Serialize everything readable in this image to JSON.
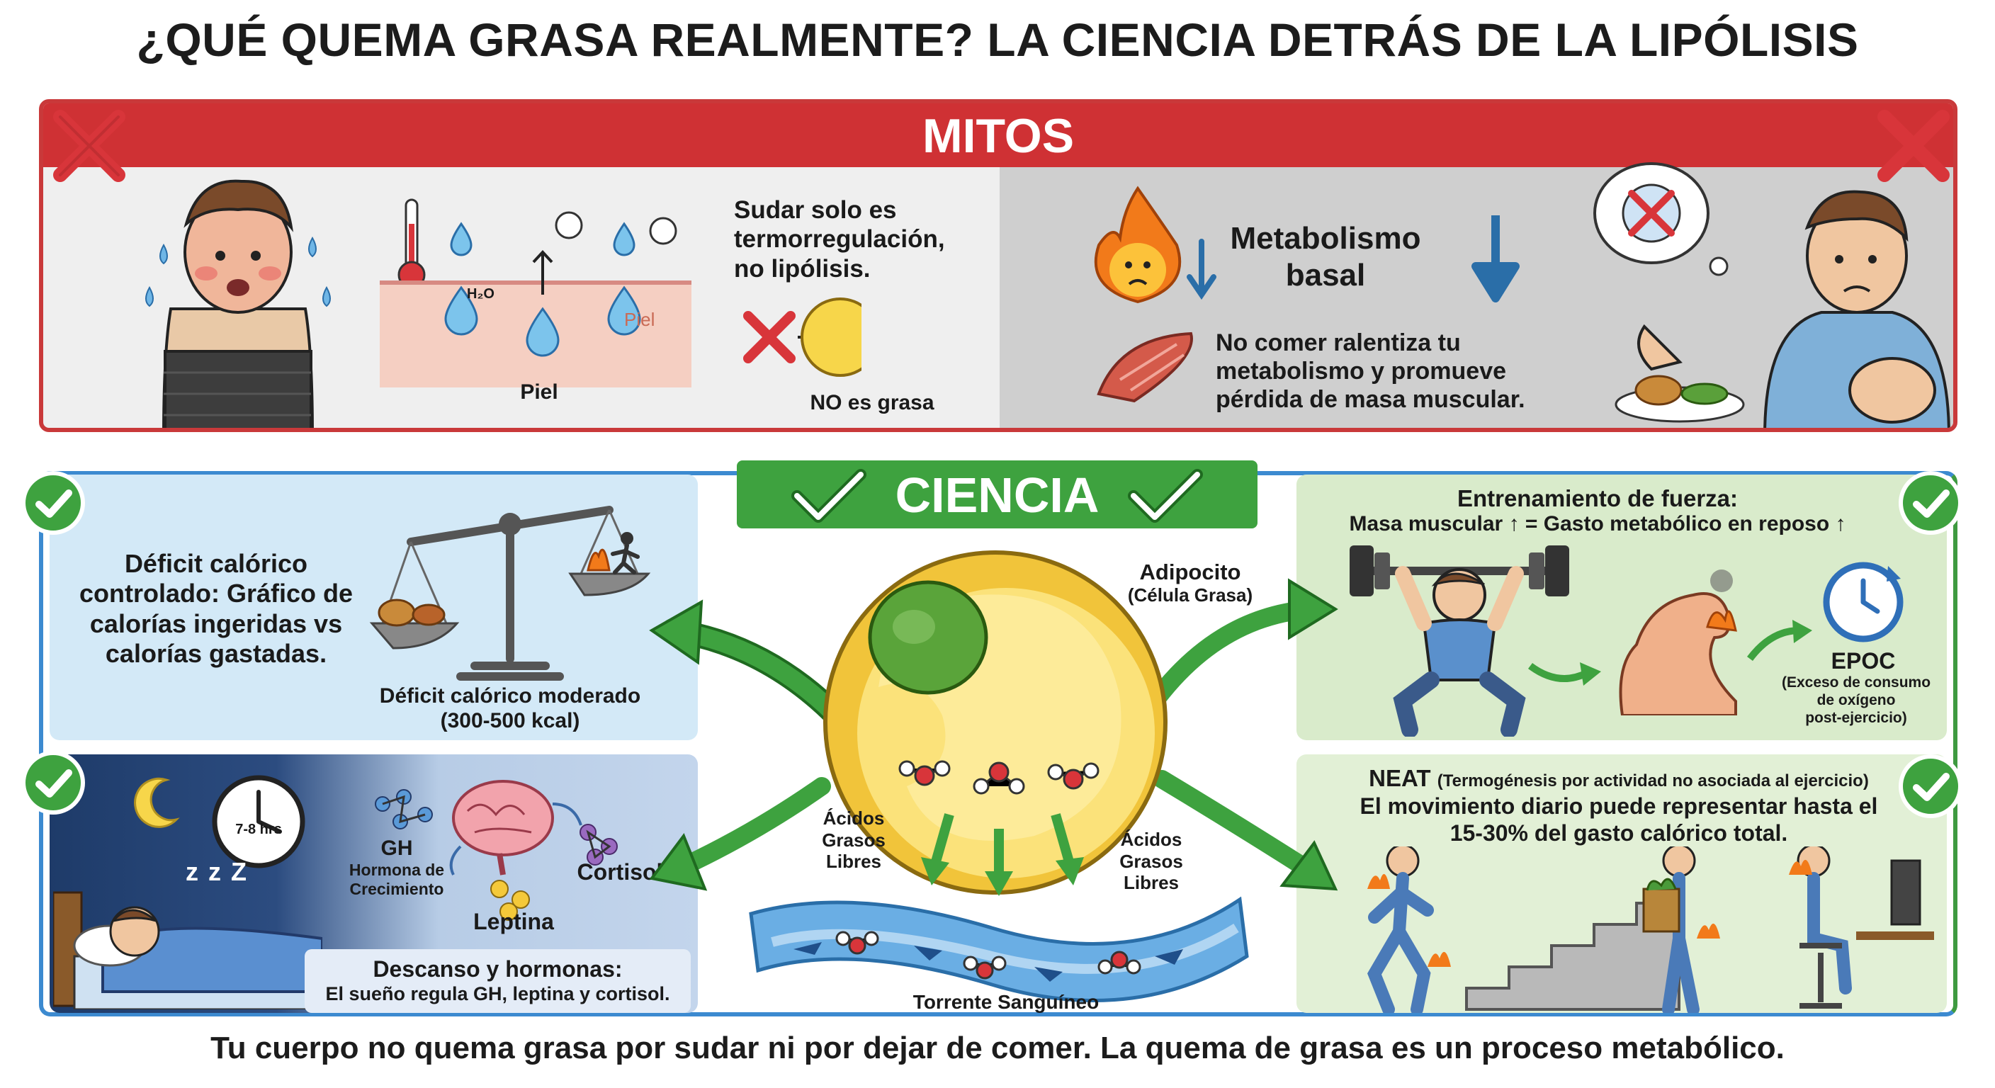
{
  "title": "¿QUÉ QUEMA GRASA REALMENTE? LA CIENCIA DETRÁS DE LA LIPÓLISIS",
  "myths": {
    "banner": "MITOS",
    "sweat": {
      "h2o": "H₂O",
      "skin_small": "Piel",
      "skin_label": "Piel",
      "text": [
        "Sudar solo es",
        "termorregulación,",
        "no lipólisis."
      ],
      "not_fat": "NO es grasa"
    },
    "fasting": {
      "title": [
        "Metabolismo",
        "basal"
      ],
      "text": [
        "No comer ralentiza tu",
        "metabolismo y promueve",
        "pérdida de masa muscular."
      ]
    }
  },
  "science": {
    "banner": "CIENCIA",
    "deficit": {
      "text": [
        "Déficit",
        "calórico",
        "controlado: Gráfico de",
        "calorías ingeridas vs",
        "calorías gastadas."
      ],
      "caption": [
        "Déficit calórico moderado",
        "(300-500 kcal)"
      ]
    },
    "rest": {
      "clock": "7-8 hrs",
      "zzz": "z z Z",
      "gh": "GH",
      "gh_full": [
        "Hormona de",
        "Crecimiento"
      ],
      "cortisol": "Cortisol",
      "leptin": "Leptina",
      "title": "Descanso y hormonas:",
      "text": "El sueño regula GH, leptina y cortisol."
    },
    "adipocyte": {
      "label": "Adipocito",
      "sub": "(Célula Grasa)",
      "ffa_left": [
        "Ácidos",
        "Grasos",
        "Libres"
      ],
      "ffa_right": [
        "Ácidos",
        "Grasos",
        "Libres"
      ],
      "blood": "Torrente Sanguíneo"
    },
    "strength": {
      "title": "Entrenamiento de fuerza:",
      "text": "Masa muscular ↑ = Gasto metabólico en reposo ↑",
      "epoc": "EPOC",
      "epoc_full": [
        "(Exceso de consumo",
        "de oxígeno",
        "post-ejercicio)"
      ]
    },
    "neat": {
      "title": "NEAT",
      "title_sub": "(Termogénesis por actividad no asociada al ejercicio)",
      "text": [
        "El movimiento diario puede representar hasta el",
        "15-30% del gasto calórico total."
      ]
    }
  },
  "footer": "Tu cuerpo no quema grasa por sudar ni por dejar de comer. La quema de grasa es un proceso metabólico.",
  "colors": {
    "myth_red": "#cf3134",
    "science_green": "#3ea23f",
    "science_blue": "#3c8ad0"
  },
  "icons": [
    "cross-icon",
    "check-icon",
    "thermometer-icon",
    "water-drop-icon",
    "fire-icon",
    "down-arrow-icon",
    "muscle-icon",
    "scale-icon",
    "clock-icon",
    "brain-icon",
    "moon-icon",
    "barbell-icon",
    "timer-icon",
    "stairs-icon"
  ]
}
